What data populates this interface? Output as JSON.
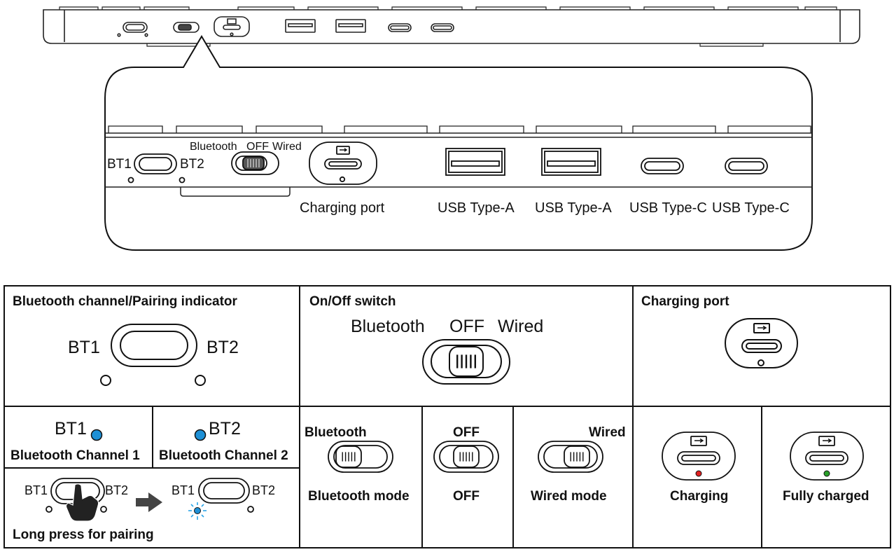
{
  "zoom": {
    "bt1": "BT1",
    "bt2": "BT2",
    "switch_bluetooth": "Bluetooth",
    "switch_off": "OFF",
    "switch_wired": "Wired",
    "charging_port": "Charging port",
    "usb_a_1": "USB Type-A",
    "usb_a_2": "USB Type-A",
    "usb_c_1": "USB Type-C",
    "usb_c_2": "USB Type-C"
  },
  "table": {
    "bt_section": {
      "title": "Bluetooth channel/Pairing indicator",
      "bt1": "BT1",
      "bt2": "BT2"
    },
    "switch_section": {
      "title": "On/Off switch",
      "label_bluetooth": "Bluetooth",
      "label_off": "OFF",
      "label_wired": "Wired"
    },
    "charge_section": {
      "title": "Charging port"
    },
    "channel1": {
      "tag": "BT1",
      "caption": "Bluetooth Channel 1",
      "led_color": "#1e90d6"
    },
    "channel2": {
      "tag": "BT2",
      "caption": "Bluetooth Channel 2",
      "led_color": "#1e90d6"
    },
    "pairing": {
      "bt1": "BT1",
      "bt2": "BT2",
      "bt1_after": "BT1",
      "bt2_after": "BT2",
      "caption": "Long press for pairing"
    },
    "modes": [
      {
        "top": "Bluetooth",
        "caption": "Bluetooth mode"
      },
      {
        "top": "OFF",
        "caption": "OFF"
      },
      {
        "top": "Wired",
        "caption": "Wired mode"
      }
    ],
    "charge_states": [
      {
        "caption": "Charging",
        "led_color": "#e02020"
      },
      {
        "caption": "Fully charged",
        "led_color": "#2aa02a"
      }
    ]
  }
}
